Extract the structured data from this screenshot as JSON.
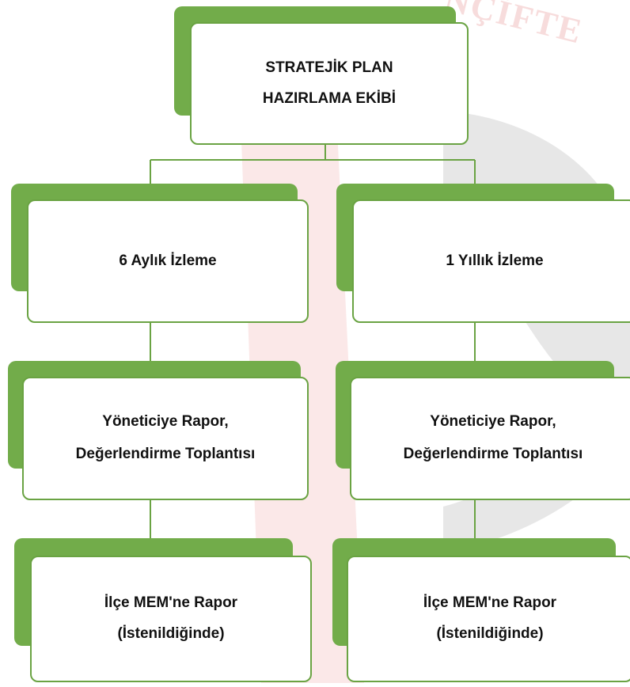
{
  "watermark": {
    "text": "NÇİFTE"
  },
  "colors": {
    "accent": "#72ac4a",
    "border": "#6aa343",
    "watermark": "#c81010"
  },
  "root": {
    "lines": [
      "STRATEJİK PLAN",
      "HAZIRLAMA EKİBİ"
    ]
  },
  "left": {
    "level1": {
      "lines": [
        "6 Aylık İzleme"
      ]
    },
    "level2": {
      "lines": [
        "Yöneticiye Rapor,",
        "Değerlendirme Toplantısı"
      ]
    },
    "level3": {
      "lines": [
        "İlçe MEM'ne Rapor",
        "(İstenildiğinde)"
      ]
    }
  },
  "right": {
    "level1": {
      "lines": [
        "1 Yıllık İzleme"
      ]
    },
    "level2": {
      "lines": [
        "Yöneticiye Rapor,",
        "Değerlendirme Toplantısı"
      ]
    },
    "level3": {
      "lines": [
        "İlçe MEM'ne Rapor",
        "(İstenildiğinde)"
      ]
    }
  }
}
